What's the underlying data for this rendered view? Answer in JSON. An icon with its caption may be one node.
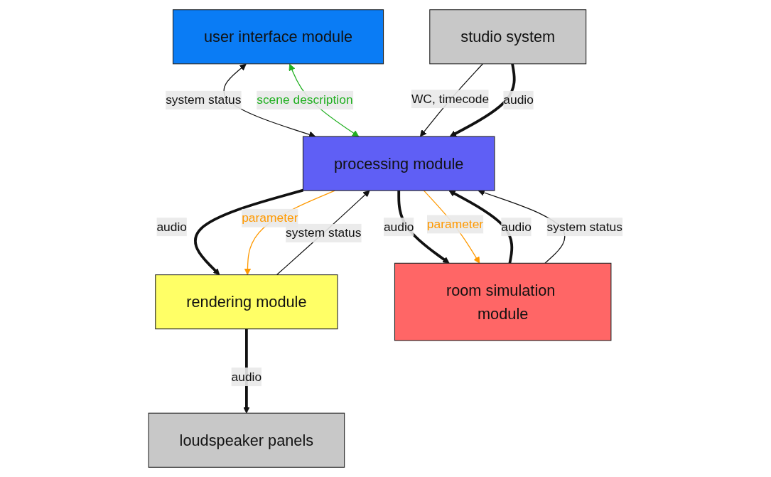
{
  "diagram": {
    "nodes": [
      {
        "text": [
          "user interface module"
        ]
      },
      {
        "text": [
          "rendering module"
        ]
      },
      {
        "text": [
          "processing module"
        ]
      },
      {
        "text": [
          "room simulation module"
        ]
      },
      {
        "text": [
          "loudspeaker panels"
        ]
      },
      {
        "text": [
          "studio system"
        ]
      }
    ],
    "edges": [
      {
        "from": 0,
        "to": 2,
        "arrow": "both",
        "label": "system status"
      },
      {
        "from": 0,
        "to": 2,
        "arrow": "both",
        "label": "scene description",
        "color": "#22b022"
      },
      {
        "from": 2,
        "to": 1,
        "arrow": "to",
        "label": "audio",
        "style": "thick"
      },
      {
        "from": 2,
        "to": 1,
        "arrow": "to",
        "label": "parameter",
        "color": "#ff9900"
      },
      {
        "from": 1,
        "to": 2,
        "arrow": "to",
        "label": "system status"
      },
      {
        "from": 2,
        "to": 3,
        "arrow": "to",
        "label": "audio",
        "style": "thick"
      },
      {
        "from": 3,
        "to": 2,
        "arrow": "to",
        "label": "audio",
        "style": "thick"
      },
      {
        "from": 2,
        "to": 3,
        "arrow": "to",
        "label": "parameter",
        "color": "#ff9900"
      },
      {
        "from": 3,
        "to": 2,
        "arrow": "to",
        "label": "system status"
      },
      {
        "from": 1,
        "to": 4,
        "arrow": "to",
        "label": "audio",
        "style": "thick"
      },
      {
        "from": 5,
        "to": 2,
        "arrow": "to",
        "label": "WC, timecode"
      },
      {
        "from": 5,
        "to": 2,
        "arrow": "to",
        "label": "audio",
        "style": "thick"
      }
    ]
  }
}
